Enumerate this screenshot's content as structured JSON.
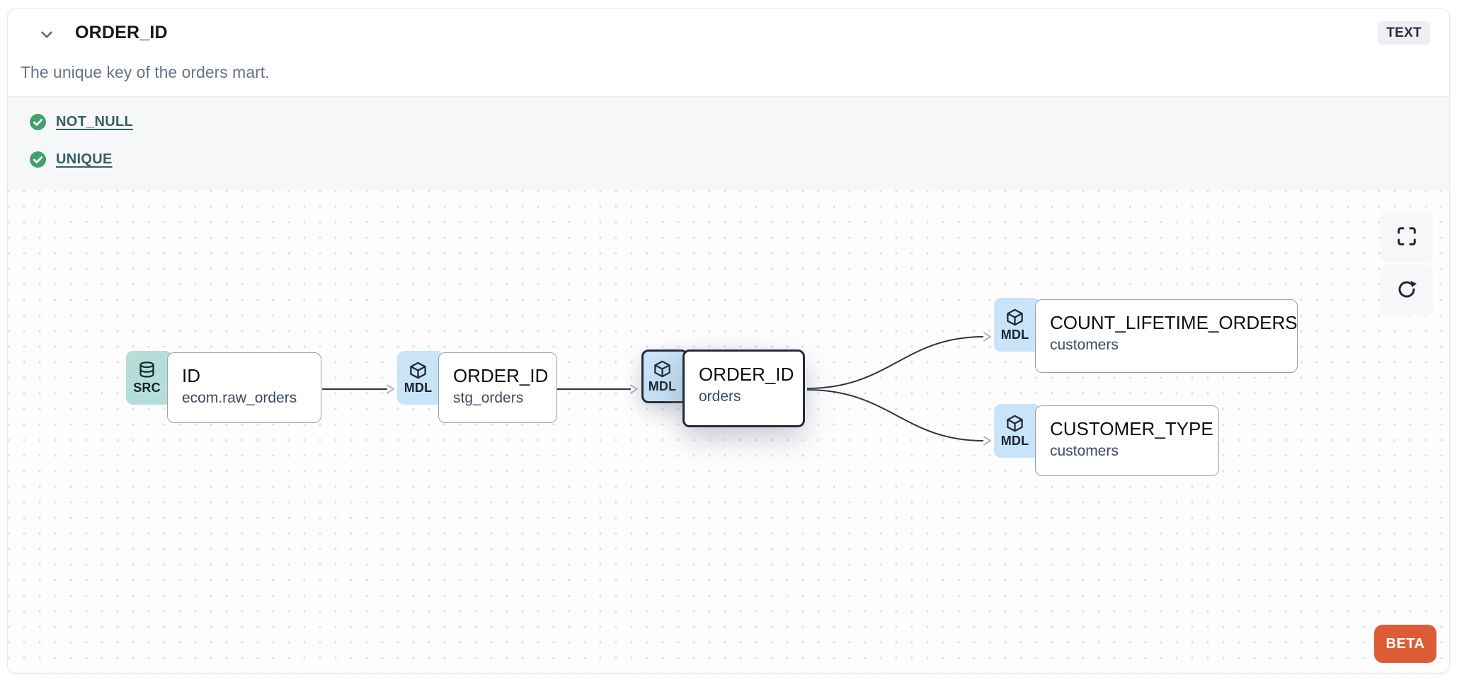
{
  "header": {
    "title": "ORDER_ID",
    "type_badge": "TEXT",
    "description": "The unique key of the orders mart."
  },
  "tests": [
    {
      "label": "NOT_NULL",
      "status": "passed",
      "icon": "check-circle-icon"
    },
    {
      "label": "UNIQUE",
      "status": "passed",
      "icon": "check-circle-icon"
    }
  ],
  "graph": {
    "nodes": [
      {
        "badge": "SRC",
        "icon": "database-icon",
        "title": "ID",
        "subtitle": "ecom.raw_orders",
        "highlighted": false
      },
      {
        "badge": "MDL",
        "icon": "cube-icon",
        "title": "ORDER_ID",
        "subtitle": "stg_orders",
        "highlighted": false
      },
      {
        "badge": "MDL",
        "icon": "cube-icon",
        "title": "ORDER_ID",
        "subtitle": "orders",
        "highlighted": true
      },
      {
        "badge": "MDL",
        "icon": "cube-icon",
        "title": "COUNT_LIFETIME_ORDERS",
        "subtitle": "customers",
        "highlighted": false
      },
      {
        "badge": "MDL",
        "icon": "cube-icon",
        "title": "CUSTOMER_TYPE",
        "subtitle": "customers",
        "highlighted": false
      }
    ],
    "edges": [
      {
        "from": 0,
        "to": 1
      },
      {
        "from": 1,
        "to": 2
      },
      {
        "from": 2,
        "to": 3
      },
      {
        "from": 2,
        "to": 4
      }
    ]
  },
  "canvas_controls": [
    {
      "name": "fullscreen",
      "icon": "fullscreen-icon"
    },
    {
      "name": "refresh",
      "icon": "refresh-icon"
    }
  ],
  "beta_label": "BETA",
  "colors": {
    "accent_orange": "#DD5C35",
    "badge_src_bg": "#B5DED9",
    "badge_mdl_bg": "#C9E4F9",
    "test_pass_green": "#43A06E",
    "test_link_teal": "#35615F",
    "highlight_border": "#242B36"
  }
}
